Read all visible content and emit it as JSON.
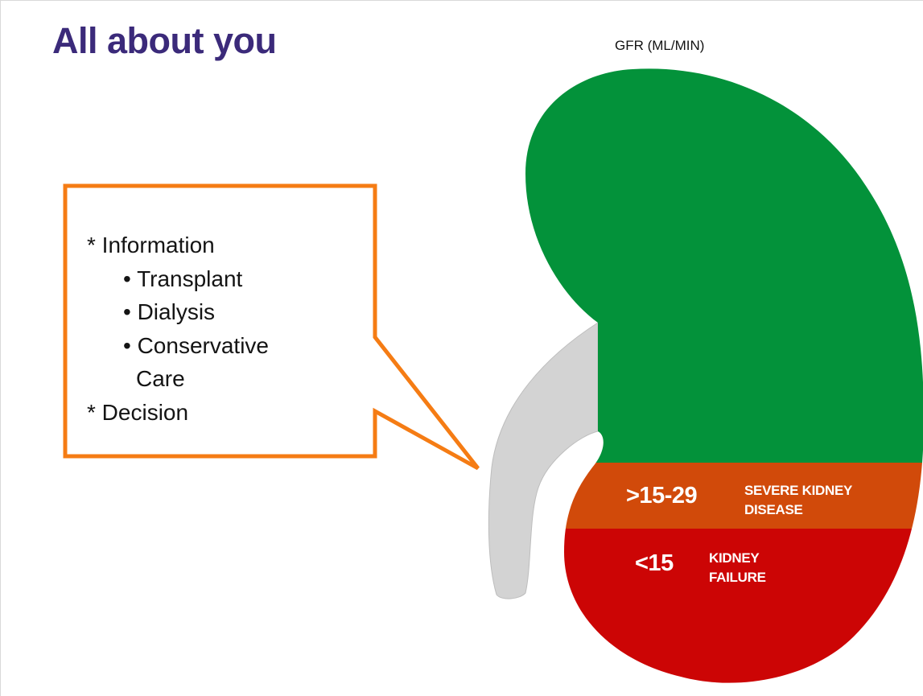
{
  "title": "All about you",
  "gfr_label": "GFR (ML/MIN)",
  "callout": {
    "heading_info": "* Information",
    "items": [
      "• Transplant",
      "• Dialysis",
      "• Conservative"
    ],
    "item_continuation": "Care",
    "heading_decision": "* Decision",
    "border_color": "#f57c14"
  },
  "kidney": {
    "stages": [
      {
        "range": ">15-29",
        "label_line1": "SEVERE KIDNEY",
        "label_line2": "DISEASE",
        "color": "#d14a0a"
      },
      {
        "range": "<15",
        "label_line1": "KIDNEY",
        "label_line2": "FAILURE",
        "color": "#cc0505"
      }
    ],
    "healthy_color": "#03923a",
    "ureter_color": "#d3d3d3"
  }
}
